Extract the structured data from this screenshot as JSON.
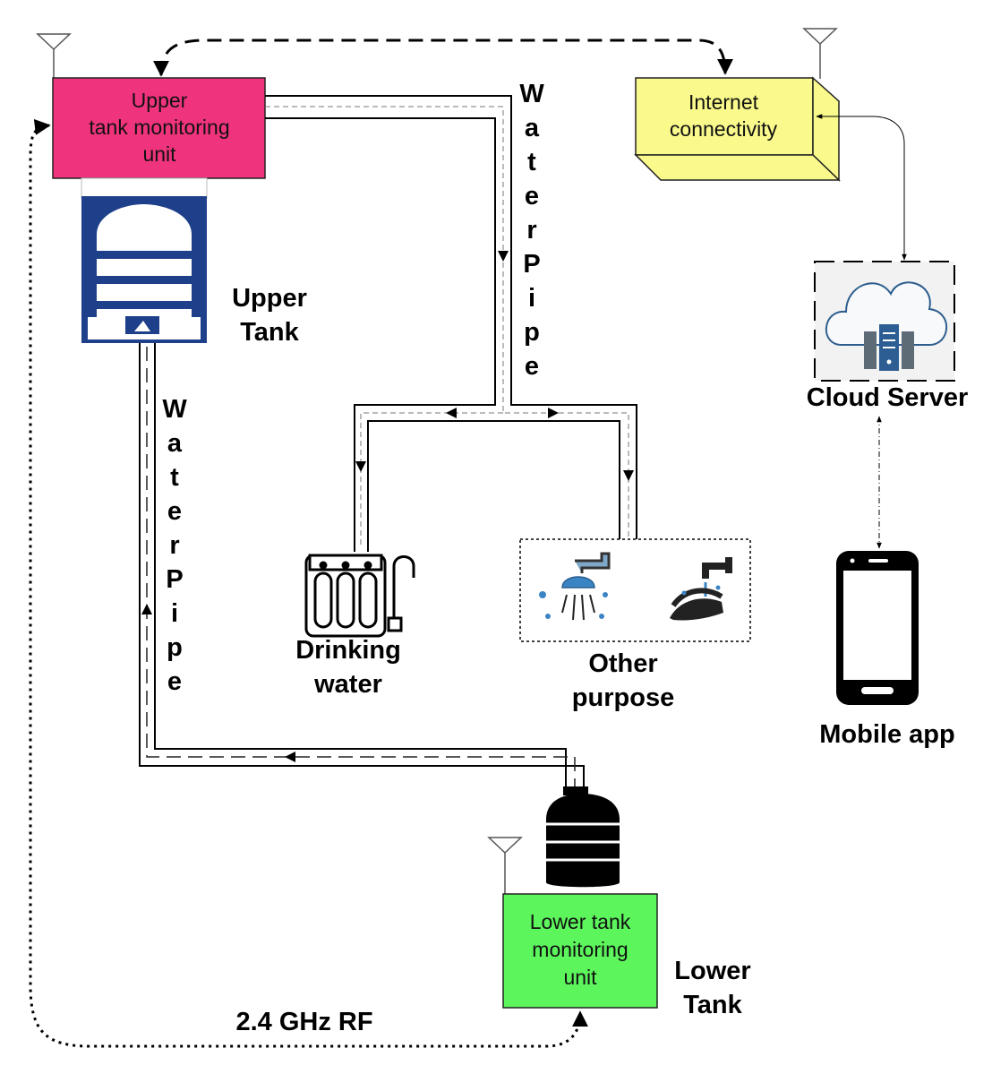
{
  "upper_unit": {
    "lines": [
      "Upper",
      "tank monitoring",
      "unit"
    ],
    "color": "#f0337d"
  },
  "internet": {
    "lines": [
      "Internet",
      "connectivity"
    ],
    "color": "#f9f98c"
  },
  "lower_unit": {
    "lines": [
      "Lower tank",
      "monitoring",
      "unit"
    ],
    "color": "#5cf55c"
  },
  "upper_tank_label": {
    "line1": "Upper",
    "line2": "Tank"
  },
  "lower_tank_label": {
    "line1": "Lower",
    "line2": "Tank"
  },
  "cloud_label": "Cloud Server",
  "mobile_label": "Mobile app",
  "drinking_label": {
    "line1": "Drinking",
    "line2": "water"
  },
  "other_label": {
    "line1": "Other",
    "line2": "purpose"
  },
  "pipe_right_text": [
    "W",
    "a",
    "t",
    "e",
    "r",
    "P",
    "i",
    "p",
    "e"
  ],
  "pipe_left_text": [
    "W",
    "a",
    "t",
    "e",
    "r",
    "P",
    "i",
    "p",
    "e"
  ],
  "rf_label": "2.4 GHz RF",
  "icons": [
    "antenna-icon",
    "water-tank-icon",
    "cloud-server-icon",
    "smartphone-icon",
    "water-filter-icon",
    "shower-icon",
    "hand-wash-icon",
    "overhead-tank-icon"
  ]
}
